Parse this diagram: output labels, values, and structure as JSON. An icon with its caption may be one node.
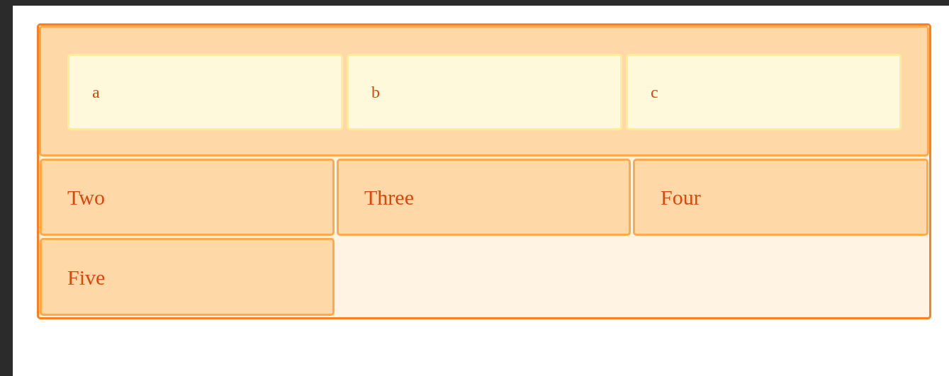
{
  "diagram": {
    "nodes": [
      {
        "text": [],
        "shape": "box"
      },
      {
        "text": [],
        "shape": "box",
        "in": 0
      },
      {
        "text": [
          "a"
        ],
        "in": 1
      },
      {
        "text": [
          "b"
        ],
        "in": 1
      },
      {
        "text": [
          "c"
        ],
        "in": 1
      },
      {
        "text": [
          "Two"
        ],
        "in": 0
      },
      {
        "text": [
          "Three"
        ],
        "in": 0
      },
      {
        "text": [
          "Four"
        ],
        "in": 0
      },
      {
        "text": [
          "Five"
        ],
        "in": 0
      }
    ]
  }
}
